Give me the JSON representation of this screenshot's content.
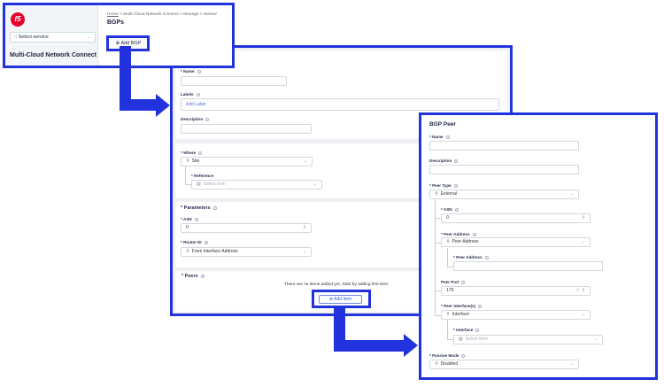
{
  "colors": {
    "highlight": "#2233dd",
    "logo": "#e4002b"
  },
  "sidebar": {
    "logo": "f5",
    "select_service": "Select service",
    "title": "Multi-Cloud Network Connect"
  },
  "header": {
    "breadcrumb": [
      "Home",
      "Multi-Cloud Network Connect",
      "Manage",
      "Networ"
    ],
    "title": "BGPs",
    "add_button": "Add BGP"
  },
  "bgp_form": {
    "name": "Name",
    "labels": "Labels",
    "labels_placeholder": "Add Label",
    "description": "Description",
    "where": "Where",
    "where_value": "Site",
    "reference": "Reference",
    "reference_placeholder": "Select Item",
    "parameters": "Parameters",
    "asn": "ASN",
    "asn_value": "0",
    "router_id": "Router ID",
    "router_id_value": "From Interface Address",
    "peers": "Peers",
    "peers_empty": "There are no items added yet. Start by adding first item.",
    "add_item": "Add Item"
  },
  "peer_form": {
    "title": "BGP Peer",
    "name": "Name",
    "description": "Description",
    "peer_type": "Peer Type",
    "peer_type_value": "External",
    "asn": "ASN",
    "asn_value": "0",
    "peer_address": "Peer Address",
    "peer_address_value": "Peer Address",
    "peer_address_inner": "Peer Address",
    "peer_port": "Peer Port",
    "peer_port_value": "179",
    "peer_interfaces": "Peer Interface(s)",
    "peer_interfaces_value": "Interface",
    "interface": "Interface",
    "interface_placeholder": "Select Item",
    "passive_mode": "Passive Mode",
    "passive_mode_value": "Disabled"
  }
}
